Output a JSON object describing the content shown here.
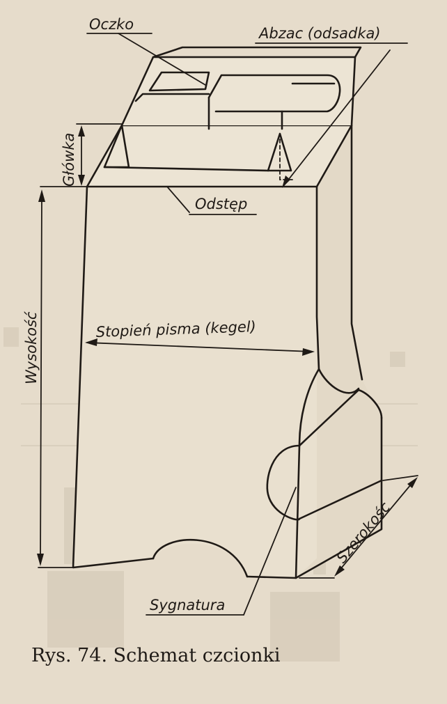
{
  "figure": {
    "caption": "Rys. 74. Schemat czcionki",
    "labels": {
      "oczko": "Oczko",
      "abzac": "Abzac (odsadka)",
      "glowka": "Główka",
      "odstep": "Odstęp",
      "wysokosc": "Wysokość",
      "stopien": "Stopień pisma (kegel)",
      "szerokosc": "Szerokość",
      "sygnatura": "Sygnatura"
    }
  },
  "colors": {
    "paper": "#e6dccb",
    "ink": "#1f1a16",
    "bleed": "#cfc5b3"
  }
}
